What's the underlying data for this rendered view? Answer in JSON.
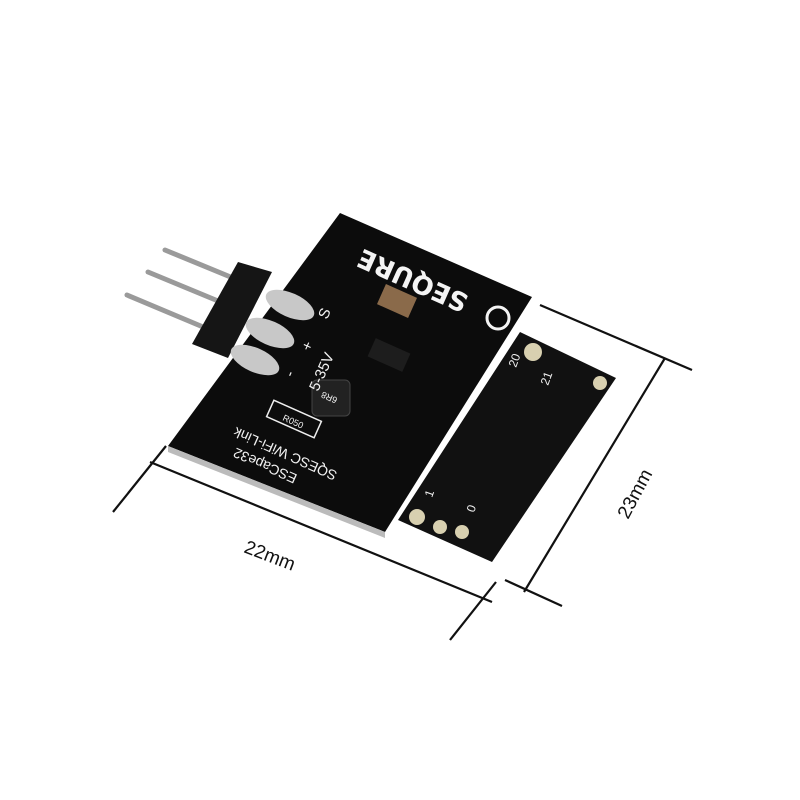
{
  "dimensions": {
    "width_label": "22mm",
    "height_label": "23mm"
  },
  "board": {
    "brand": "SEQURE",
    "product_line1": "SQESC WiFi-Link",
    "product_line2": "ESCape32",
    "voltage": "5-35V",
    "pin_labels": [
      "S",
      "+",
      "-"
    ],
    "resistor": "R050",
    "inductor": "6R8",
    "module_pins": [
      "20",
      "21",
      "1",
      "0"
    ]
  },
  "colors": {
    "pcb": "#0c0c0c",
    "silkscreen": "#f2f2f2",
    "pads": "#d8d0b0",
    "dimension_lines": "#111111"
  }
}
